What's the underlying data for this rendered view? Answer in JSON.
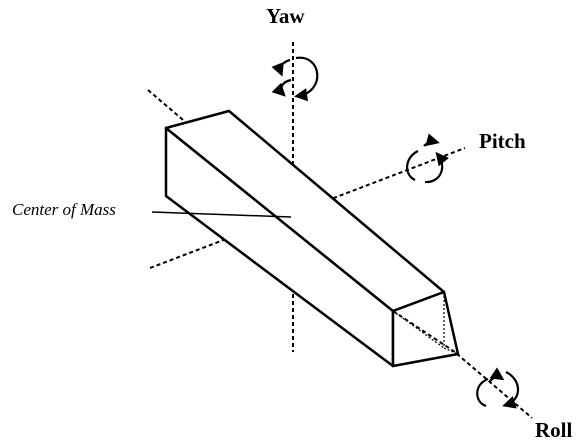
{
  "labels": {
    "yaw": "Yaw",
    "pitch": "Pitch",
    "roll": "Roll",
    "center_of_mass": "Center of Mass"
  },
  "colors": {
    "stroke": "#000000",
    "background": "#ffffff"
  }
}
